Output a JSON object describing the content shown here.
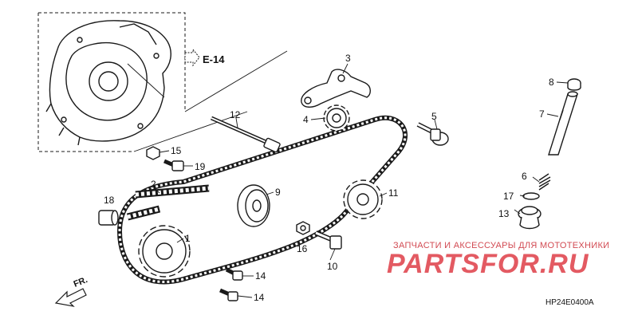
{
  "ref_section": "E-14",
  "callouts": [
    {
      "num": "1",
      "part": "drive-sprocket"
    },
    {
      "num": "2",
      "part": "drive-chain"
    },
    {
      "num": "3",
      "part": "tensioner-arm"
    },
    {
      "num": "4",
      "part": "tensioner-sprocket"
    },
    {
      "num": "5",
      "part": "tensioner-bolt"
    },
    {
      "num": "6",
      "part": "spring"
    },
    {
      "num": "7",
      "part": "tensioner-pushrod"
    },
    {
      "num": "8",
      "part": "pushrod-cap"
    },
    {
      "num": "9",
      "part": "guide-roller"
    },
    {
      "num": "10",
      "part": "roller-bolt"
    },
    {
      "num": "11",
      "part": "driven-sprocket"
    },
    {
      "num": "12",
      "part": "guide-pin"
    },
    {
      "num": "13",
      "part": "sealing-bolt"
    },
    {
      "num": "14",
      "part": "bolt"
    },
    {
      "num": "14",
      "part": "bolt"
    },
    {
      "num": "15",
      "part": "washer"
    },
    {
      "num": "16",
      "part": "nut"
    },
    {
      "num": "17",
      "part": "o-ring"
    },
    {
      "num": "18",
      "part": "collar"
    },
    {
      "num": "19",
      "part": "flange-bolt"
    }
  ],
  "direction_label": "FR.",
  "watermark": {
    "tagline": "ЗАПЧАСТИ И АКСЕССУАРЫ ДЛЯ МОТОТЕХНИКИ",
    "brand": "PARTSFOR.RU"
  },
  "diagram_code": "HP24E0400A",
  "colors": {
    "line": "#1a1a1a",
    "watermark": "#e35a62"
  }
}
